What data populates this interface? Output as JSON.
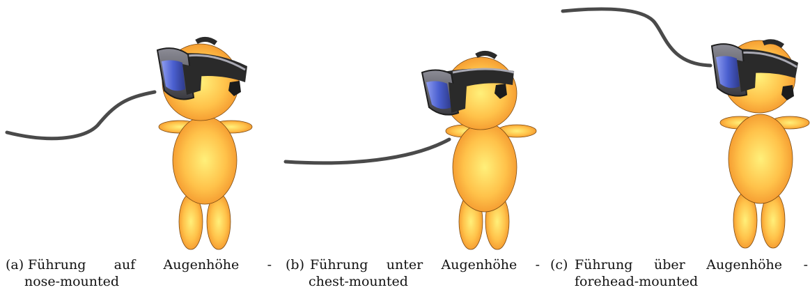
{
  "figures": [
    {
      "tag": "(a)",
      "caption_line1": "Führung auf Augenhöhe -",
      "caption_line2": "nose-mounted"
    },
    {
      "tag": "(b)",
      "caption_line1": "Führung unter Augenhöhe -",
      "caption_line2": "chest-mounted"
    },
    {
      "tag": "(c)",
      "caption_line1": "Führung über Augenhöhe -",
      "caption_line2": "forehead-mounted"
    }
  ],
  "colors": {
    "body_light": "#ffe27a",
    "body_dark": "#f29a2e",
    "outline": "#7a4a12",
    "cable": "#4a4a4a",
    "headset_dark": "#2a2a2a",
    "headset_gray": "#77777f",
    "visor_blue": "#5a6fd6"
  }
}
